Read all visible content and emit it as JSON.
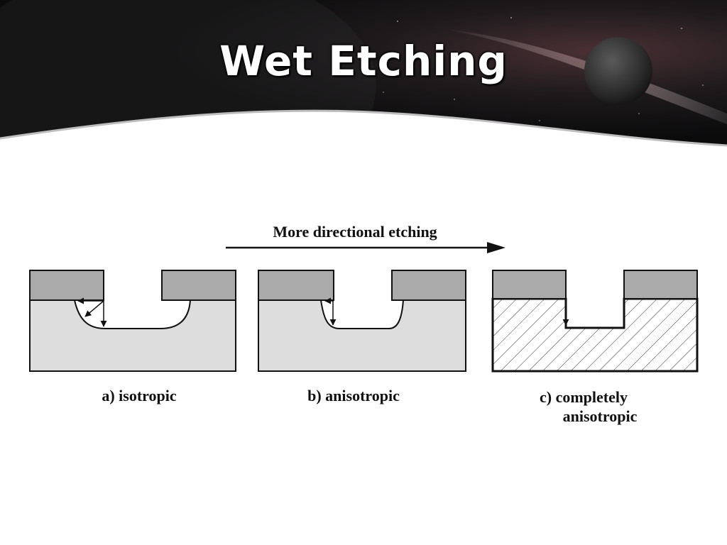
{
  "slide": {
    "title": "Wet Etching"
  },
  "diagram": {
    "direction_label": "More directional etching",
    "panels": [
      {
        "label": "a) isotropic"
      },
      {
        "label": "b) anisotropic"
      },
      {
        "label_line1": "c) completely",
        "label_line2": "anisotropic"
      }
    ]
  },
  "colors": {
    "mask": "#aaaaaa",
    "substrate": "#dddddd",
    "hatch": "#333333",
    "outline": "#111111"
  }
}
